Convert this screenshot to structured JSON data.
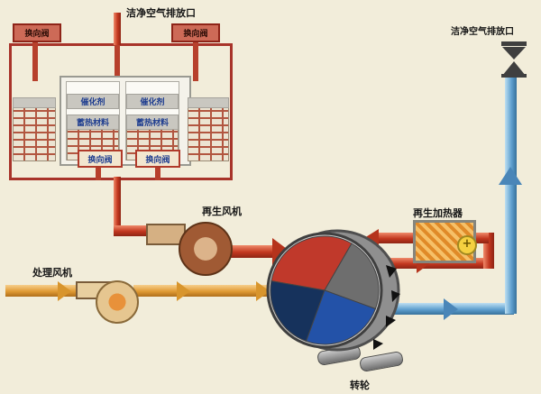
{
  "diagram": {
    "outlet_top": {
      "label": "洁净空气排放口"
    },
    "outlet_right": {
      "label": "洁净空气排放口"
    },
    "rto": {
      "valves": {
        "top_left": "换向阀",
        "top_right": "换向阀",
        "bottom_left": "换向阀",
        "bottom_right": "换向阀"
      },
      "chambers": [
        {
          "catalyst": "催化剂",
          "heat_storage": "蓄热材料"
        },
        {
          "catalyst": "催化剂",
          "heat_storage": "蓄热材料"
        }
      ]
    },
    "equipment": {
      "regen_fan": "再生风机",
      "process_fan": "处理风机",
      "regen_heater": "再生加热器",
      "rotor": "转轮",
      "heater_plus": "+"
    },
    "colors": {
      "background": "#f2edda",
      "pipe_hot_red": "#c2371f",
      "pipe_process_orange": "#e09a34",
      "pipe_clean_blue": "#5fa0cf",
      "rotor_sectors": [
        "#c0392b",
        "#6e6e6e",
        "#2352a8",
        "#16325c"
      ]
    }
  }
}
